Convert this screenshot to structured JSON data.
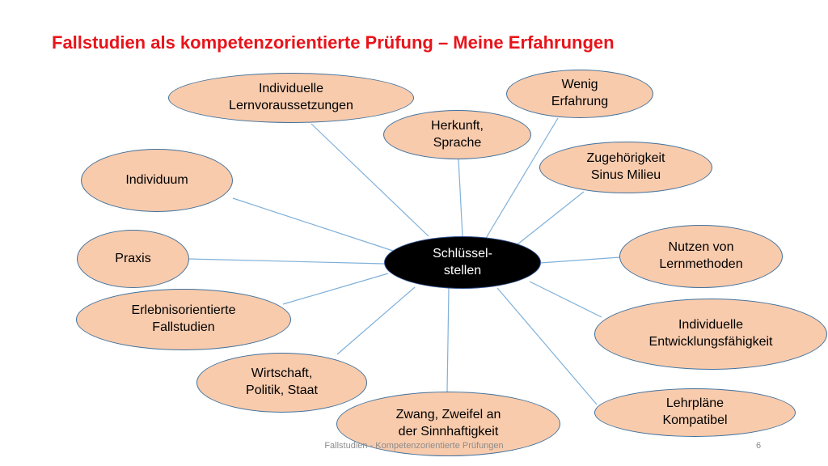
{
  "slide": {
    "title": "Fallstudien als kompetenzorientierte Prüfung – Meine Erfahrungen",
    "footer": "Fallstudien - Kompetenzorientierte Prüfungen",
    "page_number": "6"
  },
  "diagram": {
    "center": "Schlüssel-\nstellen",
    "nodes": [
      {
        "id": "individuelle-lernvoraussetzungen",
        "label": "Individuelle\nLernvoraussetzungen"
      },
      {
        "id": "wenig-erfahrung",
        "label": "Wenig\nErfahrung"
      },
      {
        "id": "herkunft-sprache",
        "label": "Herkunft,\nSprache"
      },
      {
        "id": "zugehoerigkeit-sinus-milieu",
        "label": "Zugehörigkeit\nSinus Milieu"
      },
      {
        "id": "individuum",
        "label": "Individuum"
      },
      {
        "id": "praxis",
        "label": "Praxis"
      },
      {
        "id": "nutzen-von-lernmethoden",
        "label": "Nutzen von\nLernmethoden"
      },
      {
        "id": "erlebnisorientierte-fallstudien",
        "label": "Erlebnisorientierte\nFallstudien"
      },
      {
        "id": "individuelle-entwicklungsfaehigkeit",
        "label": "Individuelle\nEntwicklungsfähigkeit"
      },
      {
        "id": "wirtschaft-politik-staat",
        "label": "Wirtschaft,\nPolitik, Staat"
      },
      {
        "id": "lehrplaene-kompatibel",
        "label": "Lehrpläne\nKompatibel"
      },
      {
        "id": "zwang-zweifel",
        "label": "Zwang, Zweifel an\nder Sinnhaftigkeit"
      }
    ]
  }
}
